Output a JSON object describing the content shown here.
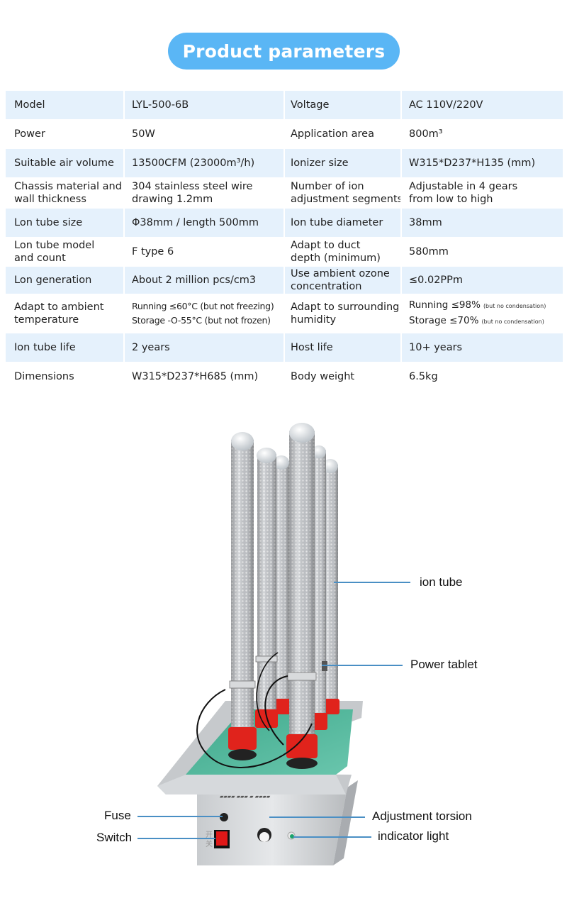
{
  "header": {
    "title": "Product parameters"
  },
  "colors": {
    "accent": "#5ab6f5",
    "row_blue": "#e5f1fc",
    "callout_line": "#4a8fc4",
    "tube_base_red": "#e0231c",
    "plate_green": "#4fb59b"
  },
  "spec_rows": [
    {
      "label1": [
        "Model"
      ],
      "value1": [
        "LYL-500-6B"
      ],
      "label2": [
        "Voltage"
      ],
      "value2": [
        "AC 110V/220V"
      ]
    },
    {
      "label1": [
        "Power"
      ],
      "value1": [
        "50W"
      ],
      "label2": [
        "Application area"
      ],
      "value2": [
        "800m³"
      ]
    },
    {
      "label1": [
        "Suitable air volume"
      ],
      "value1": [
        "13500CFM (23000m³/h)"
      ],
      "label2": [
        "Ionizer size"
      ],
      "value2": [
        "W315*D237*H135 (mm)"
      ]
    },
    {
      "label1": [
        "Chassis material and",
        "wall thickness"
      ],
      "value1": [
        "304 stainless steel wire",
        "drawing 1.2mm"
      ],
      "label2": [
        "Number of ion",
        "adjustment segments"
      ],
      "value2": [
        "Adjustable in 4 gears",
        "from low to high"
      ]
    },
    {
      "label1": [
        "Lon tube size"
      ],
      "value1": [
        "Φ38mm / length 500mm"
      ],
      "label2": [
        "Ion tube diameter"
      ],
      "value2": [
        "38mm"
      ]
    },
    {
      "label1": [
        "Lon tube model",
        "and count"
      ],
      "value1": [
        "F type 6"
      ],
      "label2": [
        "Adapt to duct",
        "depth (minimum)"
      ],
      "value2": [
        "580mm"
      ]
    },
    {
      "label1": [
        "Lon generation"
      ],
      "value1": [
        "About 2 million pcs/cm3"
      ],
      "label2": [
        "Use ambient ozone",
        "concentration"
      ],
      "value2": [
        "≤0.02PPm"
      ]
    },
    {
      "label1": [
        "Adapt to ambient",
        "temperature"
      ],
      "value1": [
        "Running ≤60°C (but not freezing)",
        "Storage -O-55°C (but not frozen)"
      ],
      "label2": [
        "Adapt to surrounding",
        "humidity"
      ],
      "value2": [
        "Running ≤98%",
        "Storage ≤70%"
      ],
      "value2_notes": [
        "(but no condensation)",
        "(but no condensation)"
      ]
    },
    {
      "label1": [
        "Ion tube life"
      ],
      "value1": [
        "2 years"
      ],
      "label2": [
        "Host life"
      ],
      "value2": [
        "10+ years"
      ]
    },
    {
      "label1": [
        "Dimensions"
      ],
      "value1": [
        "W315*D237*H685 (mm)"
      ],
      "label2": [
        "Body weight"
      ],
      "value2": [
        "6.5kg"
      ]
    }
  ],
  "callouts": {
    "ion_tube": "ion tube",
    "power_tablet": "Power tablet",
    "fuse": "Fuse",
    "switch": "Switch",
    "adjustment_torsion": "Adjustment torsion",
    "indicator_light": "indicator light"
  }
}
